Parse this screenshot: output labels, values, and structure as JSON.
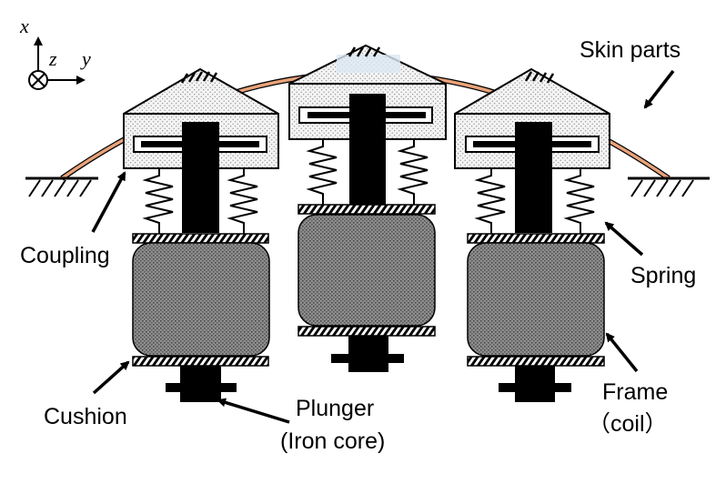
{
  "axes": {
    "x": "x",
    "y": "y",
    "z": "z"
  },
  "labels": {
    "skin_parts": "Skin parts",
    "coupling": "Coupling",
    "spring": "Spring",
    "cushion": "Cushion",
    "plunger": "Plunger",
    "plunger_sub": "(Iron core)",
    "frame": "Frame",
    "frame_sub": "（coil）"
  },
  "colors": {
    "skin": "#e8a27a"
  }
}
